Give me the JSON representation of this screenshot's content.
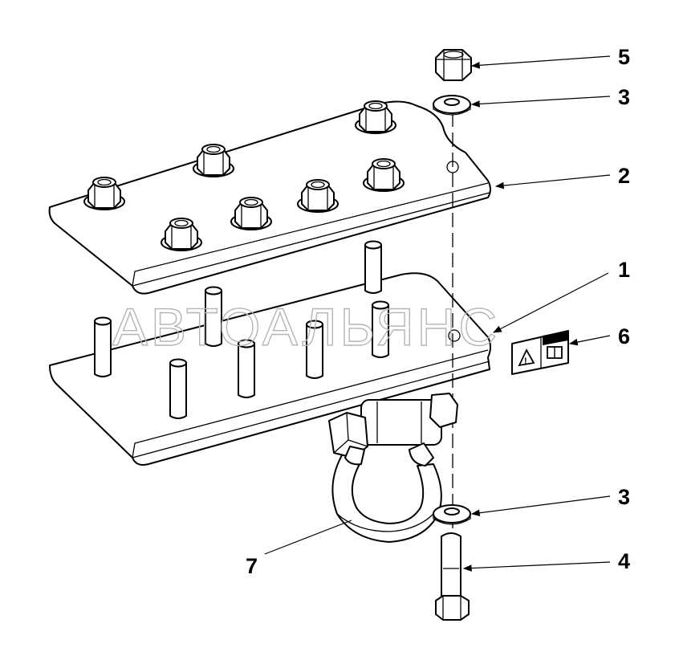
{
  "watermark": "АВТОАЛЬЯНС",
  "callouts": [
    {
      "id": "5",
      "label": "5"
    },
    {
      "id": "3-top",
      "label": "3"
    },
    {
      "id": "2",
      "label": "2"
    },
    {
      "id": "1",
      "label": "1"
    },
    {
      "id": "6",
      "label": "6"
    },
    {
      "id": "3-bottom",
      "label": "3"
    },
    {
      "id": "4",
      "label": "4"
    },
    {
      "id": "7",
      "label": "7"
    }
  ],
  "colors": {
    "line": "#000000",
    "background": "#ffffff",
    "watermark": "#b5b5b5"
  },
  "icons": [
    "warning-triangle-icon",
    "manual-book-icon"
  ]
}
